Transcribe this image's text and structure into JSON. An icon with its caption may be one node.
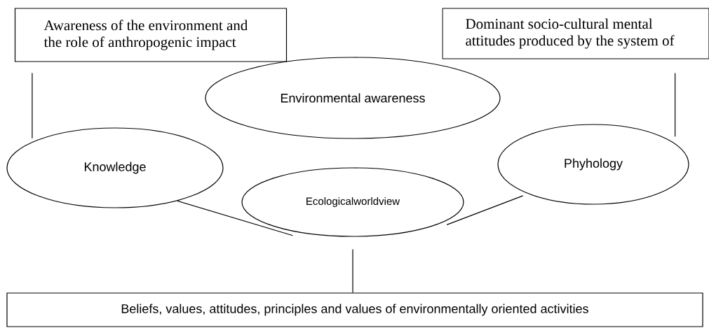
{
  "diagram": {
    "nodes": [
      {
        "text": [
          "Awareness of the environment and the role of anthropogenic impact"
        ]
      },
      {
        "text": [
          "Dominant socio-cultural mental attitudes produced by the system of"
        ]
      },
      {
        "text": [
          "Environmental awareness"
        ]
      },
      {
        "text": [
          "Knowledge"
        ]
      },
      {
        "text": [
          "Phyhology"
        ]
      },
      {
        "text": [
          "Ecologicalworldview"
        ]
      },
      {
        "text": [
          "Beliefs, values, attitudes, principles and values of environmentally oriented activities"
        ]
      }
    ],
    "edges": [
      {
        "from": 0,
        "to": 3,
        "arrow": "none"
      },
      {
        "from": 1,
        "to": 4,
        "arrow": "none"
      },
      {
        "from": 3,
        "to": 5,
        "arrow": "none"
      },
      {
        "from": 4,
        "to": 5,
        "arrow": "none"
      },
      {
        "from": 5,
        "to": 6,
        "arrow": "none"
      }
    ]
  }
}
